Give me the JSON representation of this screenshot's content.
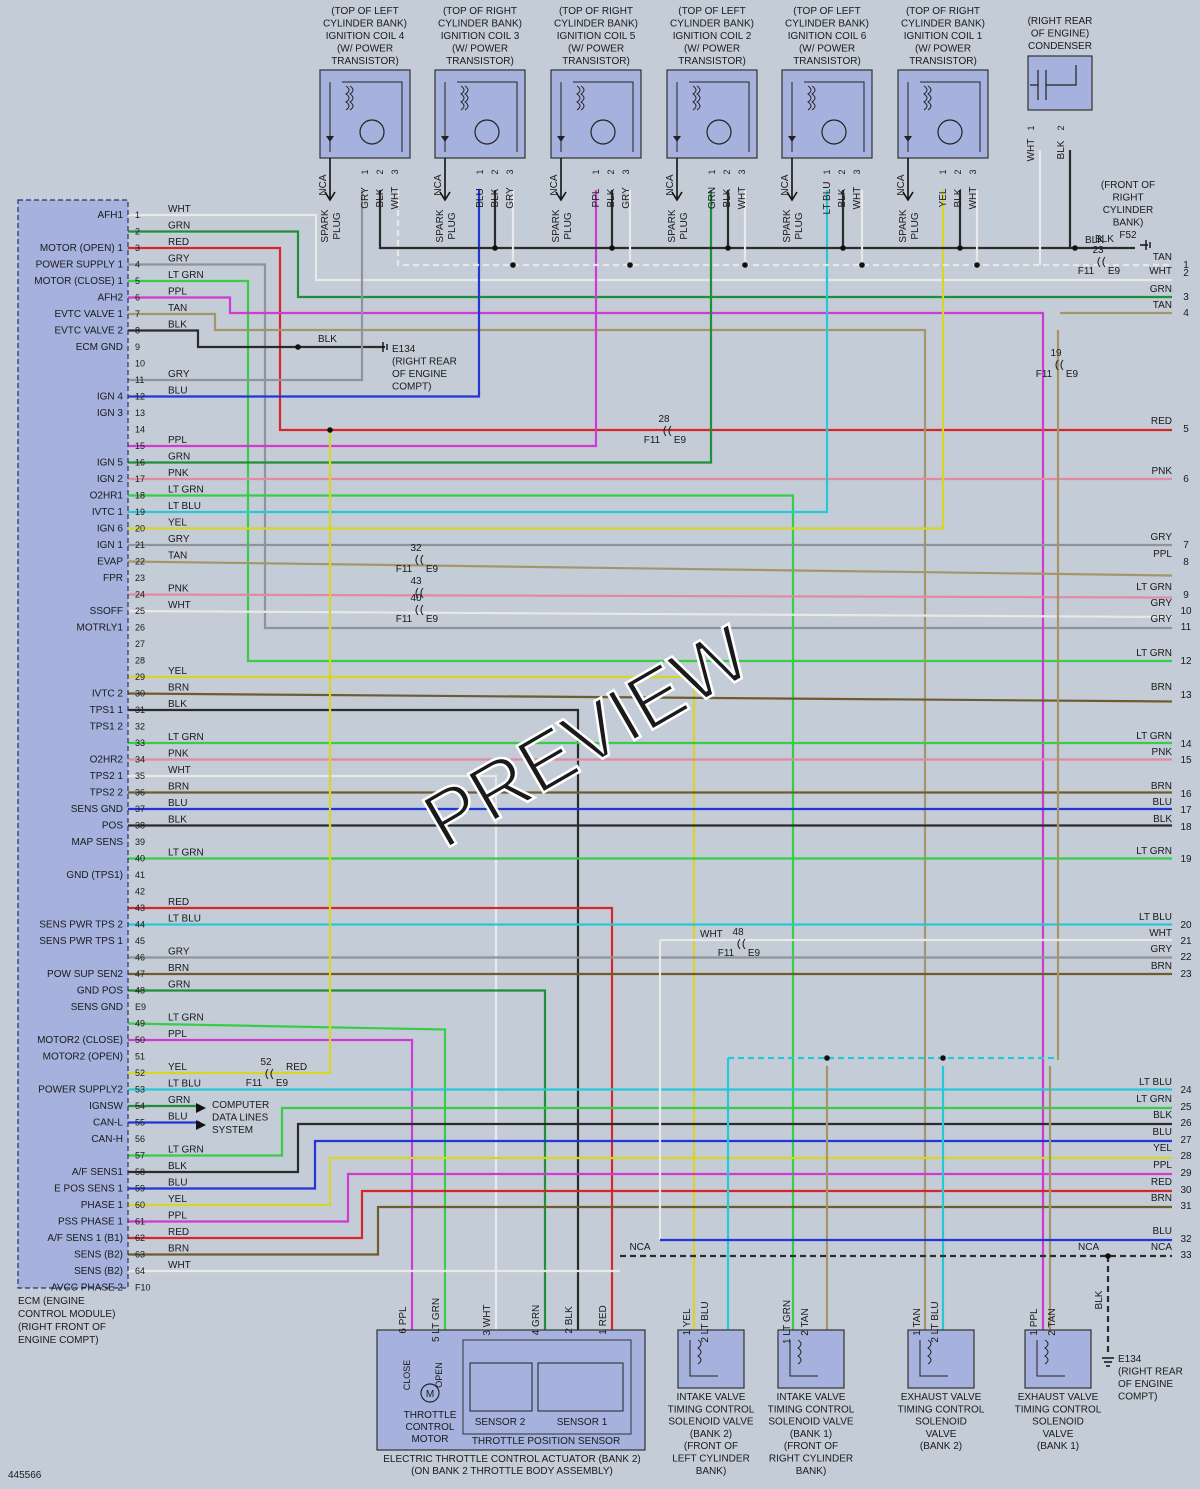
{
  "figure_id": "445566",
  "watermark": "PREVIEW",
  "colors": {
    "WHT": "#e8e8e8",
    "GRN": "#1f8f3a",
    "RED": "#d7262b",
    "GRY": "#8f949a",
    "LT GRN": "#38cc48",
    "PPL": "#d03ad0",
    "TAN": "#a5966a",
    "BLK": "#2b2b2b",
    "BLU": "#2236d8",
    "PNK": "#e28aa2",
    "LT BLU": "#28c7d6",
    "YEL": "#d6d628",
    "BRN": "#6e5b2e",
    "NCA": "#2b2b2b"
  },
  "coils": [
    {
      "title": [
        "(TOP OF LEFT",
        "CYLINDER BANK)",
        "IGNITION COIL 4",
        "(W/ POWER",
        "TRANSISTOR)"
      ],
      "pins": [
        "1",
        "2",
        "3"
      ],
      "wires": [
        "GRY",
        "BLK",
        "WHT"
      ],
      "plug": "SPARK PLUG",
      "nca": "NCA"
    },
    {
      "title": [
        "(TOP OF RIGHT",
        "CYLINDER BANK)",
        "IGNITION COIL 3",
        "(W/ POWER",
        "TRANSISTOR)"
      ],
      "pins": [
        "1",
        "2",
        "3"
      ],
      "wires": [
        "BLU",
        "BLK",
        "GRY"
      ],
      "plug": "SPARK PLUG",
      "nca": "NCA"
    },
    {
      "title": [
        "(TOP OF RIGHT",
        "CYLINDER BANK)",
        "IGNITION COIL 5",
        "(W/ POWER",
        "TRANSISTOR)"
      ],
      "pins": [
        "1",
        "2",
        "3"
      ],
      "wires": [
        "PPL",
        "BLK",
        "GRY"
      ],
      "plug": "SPARK PLUG",
      "nca": "NCA"
    },
    {
      "title": [
        "(TOP OF LEFT",
        "CYLINDER BANK)",
        "IGNITION COIL 2",
        "(W/ POWER",
        "TRANSISTOR)"
      ],
      "pins": [
        "1",
        "2",
        "3"
      ],
      "wires": [
        "GRN",
        "BLK",
        "WHT"
      ],
      "plug": "SPARK PLUG",
      "nca": "NCA"
    },
    {
      "title": [
        "(TOP OF LEFT",
        "CYLINDER BANK)",
        "IGNITION COIL 6",
        "(W/ POWER",
        "TRANSISTOR)"
      ],
      "pins": [
        "1",
        "2",
        "3"
      ],
      "wires": [
        "LT BLU",
        "BLK",
        "WHT"
      ],
      "plug": "SPARK PLUG",
      "nca": "NCA"
    },
    {
      "title": [
        "(TOP OF RIGHT",
        "CYLINDER BANK)",
        "IGNITION COIL 1",
        "(W/ POWER",
        "TRANSISTOR)"
      ],
      "pins": [
        "1",
        "2",
        "3"
      ],
      "wires": [
        "YEL",
        "BLK",
        "WHT"
      ],
      "plug": "SPARK PLUG",
      "nca": "NCA"
    }
  ],
  "condenser": {
    "title": [
      "(RIGHT REAR",
      "OF ENGINE)",
      "CONDENSER"
    ],
    "wires": [
      {
        "pin": "1",
        "color": "WHT"
      },
      {
        "pin": "2",
        "color": "BLK"
      }
    ]
  },
  "ground_f52": {
    "label": [
      "(FRONT OF",
      "RIGHT",
      "CYLINDER",
      "BANK)",
      "F52"
    ],
    "wire": "BLK"
  },
  "ecm": {
    "label": [
      "ECM (ENGINE",
      "CONTROL MODULE)",
      "(RIGHT FRONT OF",
      "ENGINE COMPT)"
    ],
    "pins": [
      {
        "n": "1",
        "name": "AFH1",
        "color": "WHT"
      },
      {
        "n": "2",
        "name": "",
        "color": "GRN"
      },
      {
        "n": "3",
        "name": "MOTOR (OPEN) 1",
        "color": "RED"
      },
      {
        "n": "4",
        "name": "POWER SUPPLY 1",
        "color": "GRY"
      },
      {
        "n": "5",
        "name": "MOTOR (CLOSE) 1",
        "color": "LT GRN"
      },
      {
        "n": "6",
        "name": "AFH2",
        "color": "PPL"
      },
      {
        "n": "7",
        "name": "EVTC VALVE 1",
        "color": "TAN"
      },
      {
        "n": "8",
        "name": "EVTC VALVE 2",
        "color": "BLK"
      },
      {
        "n": "9",
        "name": "ECM GND",
        "color": ""
      },
      {
        "n": "10",
        "name": "",
        "color": ""
      },
      {
        "n": "11",
        "name": "",
        "color": "GRY"
      },
      {
        "n": "12",
        "name": "IGN 4",
        "color": "BLU"
      },
      {
        "n": "13",
        "name": "IGN 3",
        "color": ""
      },
      {
        "n": "14",
        "name": "",
        "color": ""
      },
      {
        "n": "15",
        "name": "",
        "color": "PPL"
      },
      {
        "n": "16",
        "name": "IGN 5",
        "color": "GRN"
      },
      {
        "n": "17",
        "name": "IGN 2",
        "color": "PNK"
      },
      {
        "n": "18",
        "name": "O2HR1",
        "color": "LT GRN"
      },
      {
        "n": "19",
        "name": "IVTC 1",
        "color": "LT BLU"
      },
      {
        "n": "20",
        "name": "IGN 6",
        "color": "YEL"
      },
      {
        "n": "21",
        "name": "IGN 1",
        "color": "GRY"
      },
      {
        "n": "22",
        "name": "EVAP",
        "color": "TAN"
      },
      {
        "n": "23",
        "name": "FPR",
        "color": ""
      },
      {
        "n": "24",
        "name": "",
        "color": "PNK"
      },
      {
        "n": "25",
        "name": "SSOFF",
        "color": "WHT"
      },
      {
        "n": "26",
        "name": "MOTRLY1",
        "color": ""
      },
      {
        "n": "27",
        "name": "",
        "color": ""
      },
      {
        "n": "28",
        "name": "",
        "color": ""
      },
      {
        "n": "29",
        "name": "",
        "color": "YEL"
      },
      {
        "n": "30",
        "name": "IVTC 2",
        "color": "BRN"
      },
      {
        "n": "31",
        "name": "TPS1 1",
        "color": "BLK"
      },
      {
        "n": "32",
        "name": "TPS1 2",
        "color": ""
      },
      {
        "n": "33",
        "name": "",
        "color": "LT GRN"
      },
      {
        "n": "34",
        "name": "O2HR2",
        "color": "PNK"
      },
      {
        "n": "35",
        "name": "TPS2 1",
        "color": "WHT"
      },
      {
        "n": "36",
        "name": "TPS2 2",
        "color": "BRN"
      },
      {
        "n": "37",
        "name": "SENS GND",
        "color": "BLU"
      },
      {
        "n": "38",
        "name": "POS",
        "color": "BLK"
      },
      {
        "n": "39",
        "name": "MAP SENS",
        "color": ""
      },
      {
        "n": "40",
        "name": "",
        "color": "LT GRN"
      },
      {
        "n": "41",
        "name": "GND (TPS1)",
        "color": ""
      },
      {
        "n": "42",
        "name": "",
        "color": ""
      },
      {
        "n": "43",
        "name": "",
        "color": "RED"
      },
      {
        "n": "44",
        "name": "SENS PWR TPS 2",
        "color": "LT BLU"
      },
      {
        "n": "45",
        "name": "SENS PWR TPS 1",
        "color": ""
      },
      {
        "n": "46",
        "name": "",
        "color": "GRY"
      },
      {
        "n": "47",
        "name": "POW SUP SEN2",
        "color": "BRN"
      },
      {
        "n": "48",
        "name": "GND POS",
        "color": "GRN"
      },
      {
        "n": "E9",
        "name": "SENS GND",
        "color": ""
      },
      {
        "n": "49",
        "name": "",
        "color": "LT GRN"
      },
      {
        "n": "50",
        "name": "MOTOR2 (CLOSE)",
        "color": "PPL"
      },
      {
        "n": "51",
        "name": "MOTOR2 (OPEN)",
        "color": ""
      },
      {
        "n": "52",
        "name": "",
        "color": "YEL"
      },
      {
        "n": "53",
        "name": "POWER SUPPLY2",
        "color": "LT BLU"
      },
      {
        "n": "54",
        "name": "IGNSW",
        "color": "GRN"
      },
      {
        "n": "55",
        "name": "CAN-L",
        "color": "BLU"
      },
      {
        "n": "56",
        "name": "CAN-H",
        "color": ""
      },
      {
        "n": "57",
        "name": "",
        "color": "LT GRN"
      },
      {
        "n": "58",
        "name": "A/F SENS1",
        "color": "BLK"
      },
      {
        "n": "59",
        "name": "E POS SENS 1",
        "color": "BLU"
      },
      {
        "n": "60",
        "name": "PHASE 1",
        "color": "YEL"
      },
      {
        "n": "61",
        "name": "PSS PHASE 1",
        "color": "PPL"
      },
      {
        "n": "62",
        "name": "A/F SENS 1 (B1)",
        "color": "RED"
      },
      {
        "n": "63",
        "name": "SENS (B2)",
        "color": "BRN"
      },
      {
        "n": "64",
        "name": "SENS (B2)",
        "color": "WHT"
      },
      {
        "n": "F10",
        "name": "AVCC PHASE 2",
        "color": ""
      }
    ]
  },
  "connectors": [
    {
      "num": "23",
      "a": "F11",
      "b": "E9"
    },
    {
      "num": "28",
      "a": "F11",
      "b": "E9"
    },
    {
      "num": "32",
      "a": "F11",
      "b": "E9"
    },
    {
      "num": "43",
      "a": "",
      "b": ""
    },
    {
      "num": "40",
      "a": "F11",
      "b": "E9"
    },
    {
      "num": "19",
      "a": "F11",
      "b": "E9"
    },
    {
      "num": "48",
      "a": "F11",
      "b": "E9"
    },
    {
      "num": "52",
      "a": "F11",
      "b": "E9"
    }
  ],
  "ground_e134_top": {
    "label": [
      "E134",
      "(RIGHT REAR",
      "OF ENGINE",
      "COMPT)"
    ],
    "wire": "BLK"
  },
  "ground_e134_bottom": {
    "label": [
      "E134",
      "(RIGHT REAR",
      "OF ENGINE",
      "COMPT)"
    ],
    "wire": "BLK"
  },
  "computer_data": [
    "COMPUTER",
    "DATA LINES",
    "SYSTEM"
  ],
  "right_edge": [
    {
      "n": "1",
      "colors": [
        "TAN",
        "WHT"
      ]
    },
    {
      "n": "2",
      "colors": []
    },
    {
      "n": "3",
      "colors": [
        "GRN"
      ]
    },
    {
      "n": "4",
      "colors": [
        "TAN"
      ]
    },
    {
      "n": "5",
      "colors": [
        "RED"
      ]
    },
    {
      "n": "6",
      "colors": [
        "PNK"
      ]
    },
    {
      "n": "7",
      "colors": [
        "GRY"
      ]
    },
    {
      "n": "8",
      "colors": [
        "PPL"
      ]
    },
    {
      "n": "9",
      "colors": [
        "LT GRN"
      ]
    },
    {
      "n": "10",
      "colors": [
        "GRY"
      ]
    },
    {
      "n": "11",
      "colors": [
        "GRY"
      ]
    },
    {
      "n": "12",
      "colors": [
        "LT GRN"
      ]
    },
    {
      "n": "13",
      "colors": [
        "BRN"
      ]
    },
    {
      "n": "14",
      "colors": [
        "LT GRN"
      ]
    },
    {
      "n": "15",
      "colors": [
        "PNK"
      ]
    },
    {
      "n": "16",
      "colors": [
        "BRN"
      ]
    },
    {
      "n": "17",
      "colors": [
        "BLU"
      ]
    },
    {
      "n": "18",
      "colors": [
        "BLK"
      ]
    },
    {
      "n": "19",
      "colors": [
        "LT GRN"
      ]
    },
    {
      "n": "20",
      "colors": [
        "LT BLU"
      ]
    },
    {
      "n": "21",
      "colors": [
        "WHT"
      ]
    },
    {
      "n": "22",
      "colors": [
        "GRY"
      ]
    },
    {
      "n": "23",
      "colors": [
        "BRN"
      ]
    },
    {
      "n": "24",
      "colors": [
        "LT BLU"
      ]
    },
    {
      "n": "25",
      "colors": [
        "LT GRN"
      ]
    },
    {
      "n": "26",
      "colors": [
        "BLK"
      ]
    },
    {
      "n": "27",
      "colors": [
        "BLU"
      ]
    },
    {
      "n": "28",
      "colors": [
        "YEL"
      ]
    },
    {
      "n": "29",
      "colors": [
        "PPL"
      ]
    },
    {
      "n": "30",
      "colors": [
        "RED"
      ]
    },
    {
      "n": "31",
      "colors": [
        "BRN"
      ]
    },
    {
      "n": "32",
      "colors": [
        "BLU"
      ]
    },
    {
      "n": "33",
      "colors": [
        "NCA"
      ]
    }
  ],
  "throttle": {
    "motor": {
      "label": [
        "THROTTLE",
        "CONTROL",
        "MOTOR"
      ],
      "close": "CLOSE",
      "open": "OPEN",
      "symbol": "M"
    },
    "sensors": {
      "s2": "SENSOR 2",
      "s1": "SENSOR 1",
      "label": "THROTTLE POSITION SENSOR"
    },
    "pins": [
      {
        "pin": "6",
        "color": "PPL"
      },
      {
        "pin": "5",
        "color": "LT GRN"
      },
      {
        "pin": "3",
        "color": "WHT"
      },
      {
        "pin": "4",
        "color": "GRN"
      },
      {
        "pin": "2",
        "color": "BLK"
      },
      {
        "pin": "1",
        "color": "RED"
      }
    ],
    "title": [
      "ELECTRIC THROTTLE CONTROL ACTUATOR (BANK 2)",
      "(ON BANK 2 THROTTLE BODY ASSEMBLY)"
    ],
    "nca": "NCA"
  },
  "solenoids": [
    {
      "label": [
        "INTAKE VALVE",
        "TIMING CONTROL",
        "SOLENOID VALVE",
        "(BANK 2)",
        "(FRONT OF",
        "LEFT CYLINDER",
        "BANK)"
      ],
      "wires": [
        {
          "pin": "1",
          "color": "YEL"
        },
        {
          "pin": "2",
          "color": "LT BLU"
        }
      ]
    },
    {
      "label": [
        "INTAKE VALVE",
        "TIMING CONTROL",
        "SOLENOID VALVE",
        "(BANK 1)",
        "(FRONT OF",
        "RIGHT CYLINDER",
        "BANK)"
      ],
      "wires": [
        {
          "pin": "1",
          "color": "LT GRN"
        },
        {
          "pin": "2",
          "color": "TAN"
        }
      ]
    },
    {
      "label": [
        "EXHAUST VALVE",
        "TIMING CONTROL",
        "SOLENOID",
        "VALVE",
        "(BANK 2)"
      ],
      "wires": [
        {
          "pin": "1",
          "color": "TAN"
        },
        {
          "pin": "2",
          "color": "LT BLU"
        }
      ]
    },
    {
      "label": [
        "EXHAUST VALVE",
        "TIMING CONTROL",
        "SOLENOID",
        "VALVE",
        "(BANK 1)"
      ],
      "wires": [
        {
          "pin": "1",
          "color": "PPL"
        },
        {
          "pin": "2",
          "color": "TAN"
        }
      ]
    }
  ],
  "misc": {
    "wht48": "WHT",
    "nca_right": "NCA",
    "red52": "RED",
    "blk_top": "BLK"
  }
}
